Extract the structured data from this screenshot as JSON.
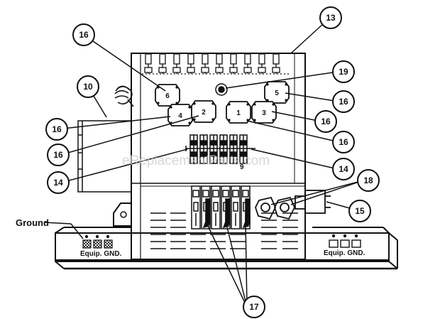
{
  "watermark": "eReplacementParts.com",
  "labels": {
    "ground": "Ground",
    "equip_gnd_left": "Equip. GND.",
    "equip_gnd_right": "Equip. GND.",
    "small_9": "9"
  },
  "callouts": [
    {
      "id": "callout-13",
      "number": "13"
    },
    {
      "id": "callout-16-top-left",
      "number": "16"
    },
    {
      "id": "callout-10",
      "number": "10"
    },
    {
      "id": "callout-19",
      "number": "19"
    },
    {
      "id": "callout-16-right-upper",
      "number": "16"
    },
    {
      "id": "callout-16-left-middle",
      "number": "16"
    },
    {
      "id": "callout-16-right-middle",
      "number": "16"
    },
    {
      "id": "callout-16-left-lower",
      "number": "16"
    },
    {
      "id": "callout-16-right-lower",
      "number": "16"
    },
    {
      "id": "callout-14-left",
      "number": "14"
    },
    {
      "id": "callout-14-right",
      "number": "14"
    },
    {
      "id": "callout-18",
      "number": "18"
    },
    {
      "id": "callout-15",
      "number": "15"
    },
    {
      "id": "callout-17",
      "number": "17"
    }
  ],
  "relays": [
    {
      "id": "relay-6",
      "label": "6"
    },
    {
      "id": "relay-5",
      "label": "5"
    },
    {
      "id": "relay-4",
      "label": "4"
    },
    {
      "id": "relay-2",
      "label": "2"
    },
    {
      "id": "relay-1",
      "label": "1"
    },
    {
      "id": "relay-3",
      "label": "3"
    }
  ]
}
